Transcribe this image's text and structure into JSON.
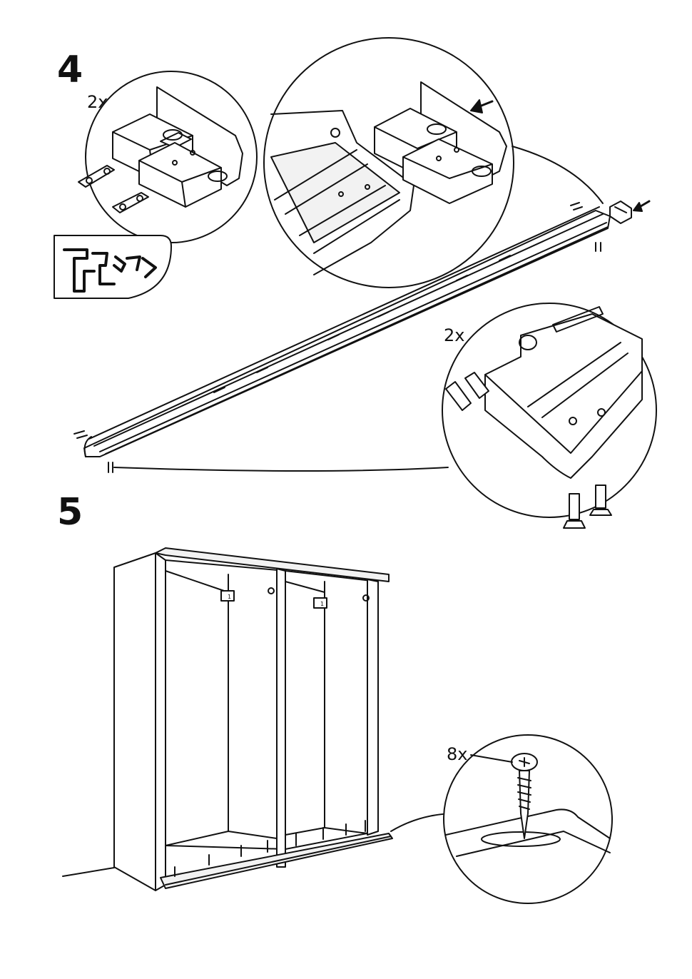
{
  "steps": [
    {
      "number": "4",
      "callouts": [
        {
          "qty": "2x"
        },
        {
          "qty": "2x"
        }
      ]
    },
    {
      "number": "5",
      "callouts": [
        {
          "qty": "8x"
        }
      ]
    }
  ],
  "panel_tags": [
    "1",
    "1"
  ],
  "illustrations": [
    "connector-fitting",
    "rail-profile",
    "rail-end-detail",
    "long-rail",
    "screw-detail",
    "wardrobe-frame",
    "screw-slot-detail"
  ],
  "colors": {
    "line": "#111111",
    "fill": "#ffffff",
    "shade": "#e6e6e6"
  }
}
